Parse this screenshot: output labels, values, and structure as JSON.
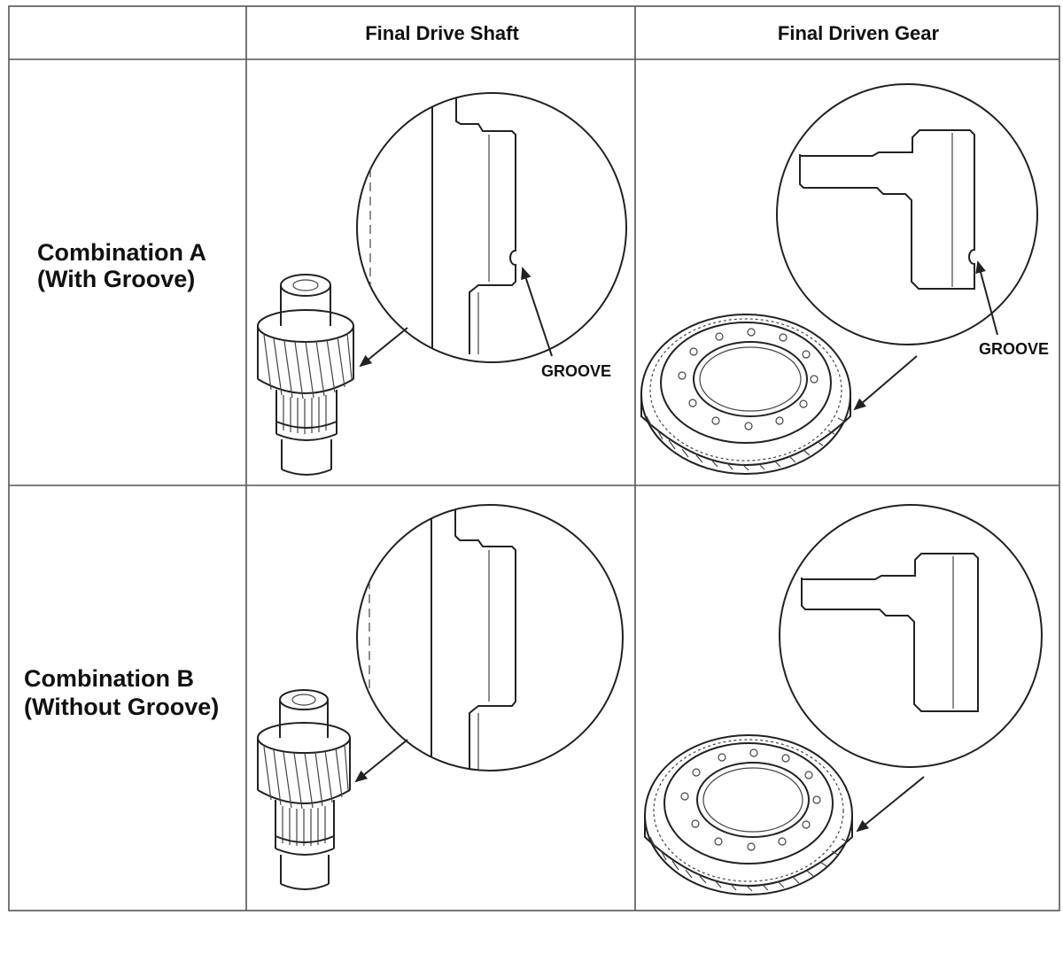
{
  "table": {
    "headers": [
      "",
      "Final Drive Shaft",
      "Final Driven Gear"
    ],
    "rows": [
      {
        "label_line1": "Combination A",
        "label_line2": "(With Groove)"
      },
      {
        "label_line1": "Combination B",
        "label_line2": "(Without Groove)"
      }
    ]
  },
  "callouts": {
    "groove": "GROOVE"
  }
}
